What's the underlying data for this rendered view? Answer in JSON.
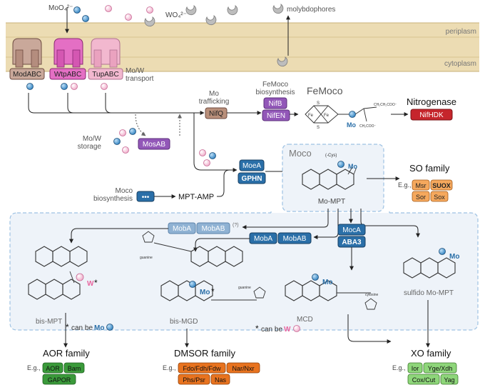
{
  "membrane": {
    "periplasm_label": "periplasm",
    "cytoplasm_label": "cytoplasm",
    "molybdate": "MoO₄²⁻",
    "tungstate": "WO₄²⁻",
    "molybdophores": "molybdophores"
  },
  "transport": {
    "transporters": [
      "ModABC",
      "WtpABC",
      "TupABC"
    ],
    "note_line1": "Mo/W",
    "note_line2": "transport"
  },
  "storage": {
    "line1": "Mo/W",
    "line2": "storage",
    "protein": "MosAB"
  },
  "trafficking": {
    "line1": "Mo",
    "line2": "trafficking",
    "protein": "NifQ"
  },
  "femoco_biosynthesis": {
    "line1": "FeMoco",
    "line2": "biosynthesis",
    "proteins": [
      "NifB",
      "NifEN"
    ]
  },
  "femoco": {
    "title": "FeMoco",
    "mo": "Mo"
  },
  "nitrogenase": {
    "title": "Nitrogenase",
    "protein": "NifHDK"
  },
  "moco_synthesis": {
    "line1": "Moco",
    "line2": "biosynthesis",
    "dots": "•••",
    "intermediate": "MPT-AMP",
    "enzymes": [
      "MoeA",
      "GPHN"
    ]
  },
  "moco": {
    "title": "Moco",
    "label": "Mo-MPT",
    "cys": "(-Cys)",
    "mo": "Mo"
  },
  "so_family": {
    "title": "SO family",
    "eg": "E.g.,",
    "members": [
      "Msr",
      "SUOX",
      "Sor",
      "Sox"
    ]
  },
  "modifiers": {
    "mob_faded": [
      "MobA",
      "MobAB"
    ],
    "question": "(?)",
    "mob": [
      "MobA",
      "MobAB"
    ],
    "moca": [
      "MocA",
      "ABA3"
    ]
  },
  "products": {
    "bis_mpt": "bis-MPT",
    "bis_mgd": "bis-MGD",
    "mcd": "MCD",
    "sulfido": "sulfido Mo-MPT",
    "w": "W",
    "mo": "Mo",
    "star": "*",
    "guanine": "guanine",
    "cytosine": "cytosine",
    "can_be_mo": "can be",
    "can_be_mo_metal": "Mo",
    "can_be_w": "can be",
    "can_be_w_metal": "W"
  },
  "aor_family": {
    "title": "AOR family",
    "eg": "E.g.,",
    "members": [
      "AOR",
      "Bam",
      "GAPOR"
    ]
  },
  "dmsor_family": {
    "title": "DMSOR family",
    "eg": "E.g.,",
    "members": [
      "Fdo/Fdh/Fdw",
      "Nar/Nxr",
      "Phs/Psr",
      "Nas"
    ]
  },
  "xo_family": {
    "title": "XO family",
    "eg": "E.g.,",
    "members": [
      "Ior",
      "Yge/Xdh",
      "Cox/Cut",
      "Yag"
    ]
  },
  "colors": {
    "membrane": "#ecdcb3",
    "modabc": "#c9a89a",
    "wtpabc": "#e46fc4",
    "tupabc": "#f2b8cf",
    "blue_enzyme": "#2a6fa8",
    "faded_enzyme": "#8fb2d3",
    "nifq": "#b98f7a",
    "purple": "#9257b8",
    "red": "#c6252c",
    "orange": "#f5a85d",
    "dark_orange": "#e8731f",
    "green": "#3a9a3a",
    "light_green": "#8ed67a",
    "mo_blue": "#3d8fd0",
    "w_pink": "#e8659f",
    "dashed_box": "#9ec2e3"
  }
}
